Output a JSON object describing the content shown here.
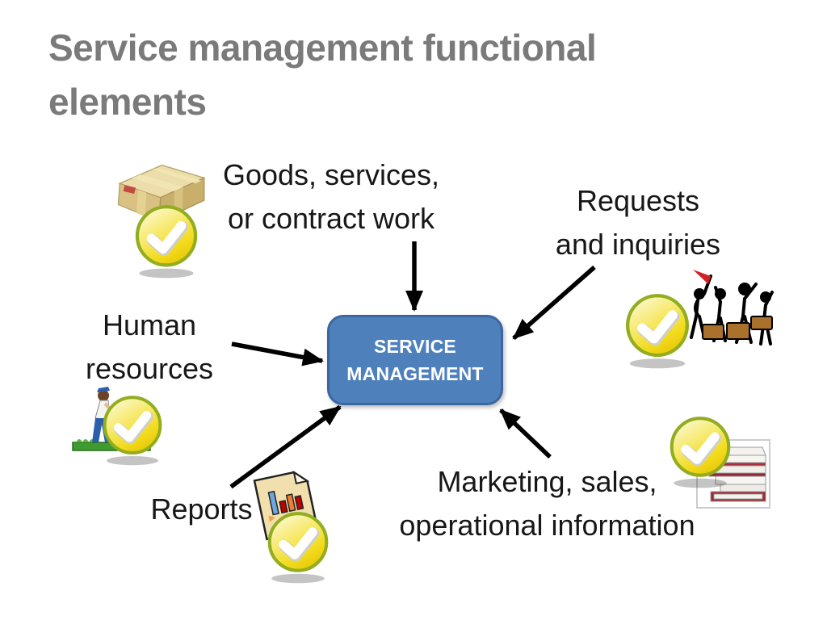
{
  "slide": {
    "title": "Service management functional\nelements"
  },
  "center_box": {
    "label": "SERVICE\nMANAGEMENT"
  },
  "nodes": [
    {
      "id": "goods",
      "label": "Goods, services,\nor contract work",
      "icon": "package-box-icon"
    },
    {
      "id": "requests",
      "label": "Requests\nand inquiries",
      "icon": "people-group-flag-icon"
    },
    {
      "id": "human",
      "label": "Human\nresources",
      "icon": "worker-lawnmower-icon"
    },
    {
      "id": "reports",
      "label": "Reports",
      "icon": "bar-chart-document-icon"
    },
    {
      "id": "marketing",
      "label": "Marketing, sales,\noperational information",
      "icon": "books-stack-icon"
    }
  ],
  "badge": {
    "icon": "check-badge-icon",
    "ring_color": "#93ad21",
    "fill_top": "#fbf8cf",
    "fill_bottom": "#eed105",
    "check_color": "#ffffff"
  },
  "colors": {
    "title_text": "#7a7a7a",
    "body_text": "#171717",
    "box_fill": "#4e81bc",
    "box_border": "#3a679f",
    "box_text": "#ffffff",
    "arrow": "#000000",
    "flag": "#d22027",
    "briefcase": "#a9712c",
    "grass": "#3f9b2f",
    "page": "#f2dfae"
  }
}
